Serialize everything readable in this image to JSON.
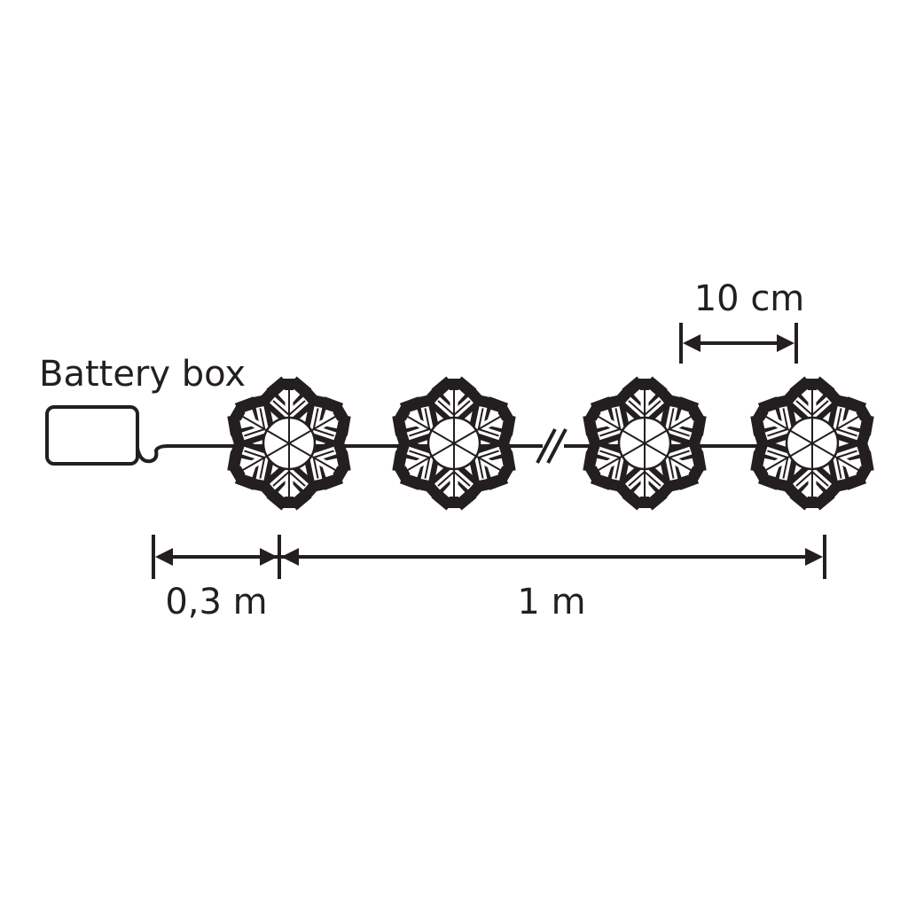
{
  "labels": {
    "battery_box": "Battery box",
    "spacing": "10 cm",
    "lead_length": "0,3 m",
    "string_length": "1 m"
  },
  "colors": {
    "line": "#231f20",
    "background": "#ffffff"
  },
  "icons": {
    "light": "snowflake-icon",
    "battery": "battery-box-icon"
  },
  "light_count_shown": 4
}
